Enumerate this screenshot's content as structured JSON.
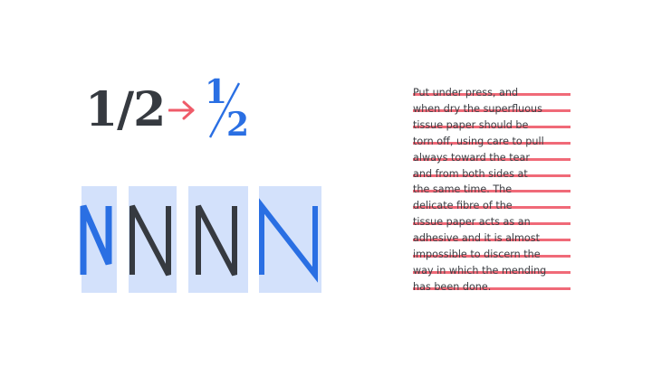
{
  "fraction": {
    "plain": "1/2",
    "numerator": "1",
    "denominator": "2"
  },
  "colors": {
    "dark": "#363a40",
    "accent_blue": "#2a6fe3",
    "cell_bg": "#d3e1fb",
    "arrow_red": "#ef5b69",
    "line_red": "#f06a78"
  },
  "n_glyphs": [
    {
      "letter": "N",
      "color": "#2a6fe3"
    },
    {
      "letter": "N",
      "color": "#363a40"
    },
    {
      "letter": "N",
      "color": "#363a40"
    },
    {
      "letter": "N",
      "color": "#2a6fe3"
    }
  ],
  "paragraph": {
    "lines": [
      "Put under press, and",
      "when dry the superfluous",
      "tissue paper should be",
      "torn off, using care to pull",
      "always toward the tear",
      "and from both sides at",
      "the same time. The",
      "delicate fibre of the",
      "tissue paper acts as an",
      "adhesive and it is almost",
      "impossible to discern the",
      "way in which the mending",
      "has been done."
    ]
  }
}
